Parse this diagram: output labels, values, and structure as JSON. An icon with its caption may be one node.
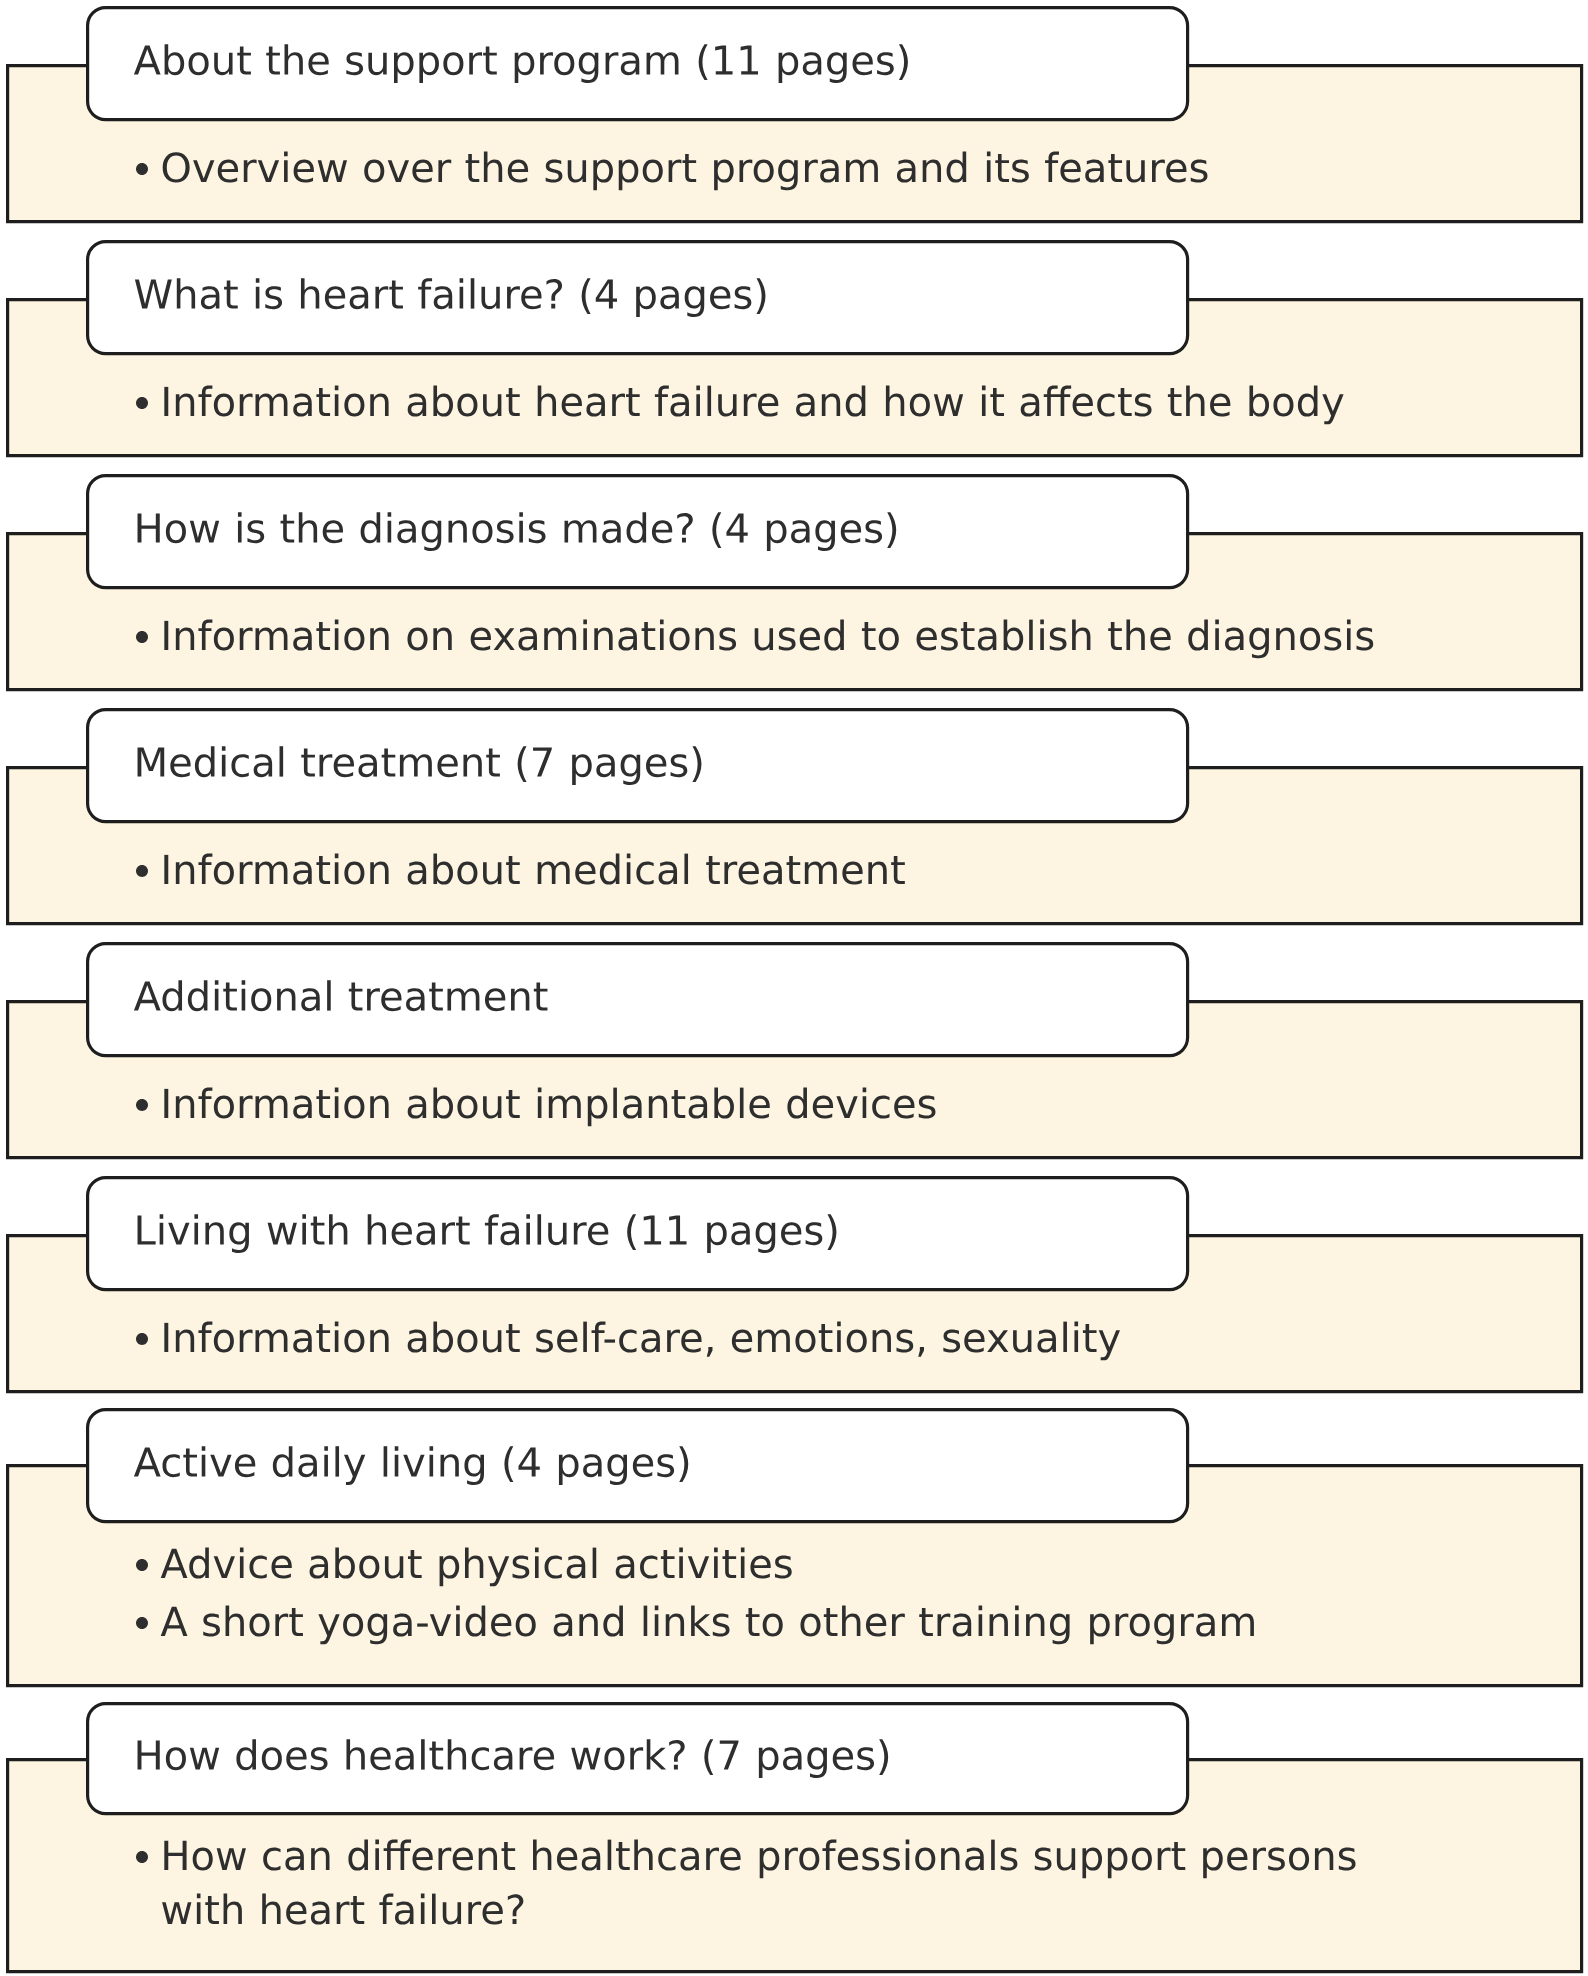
{
  "diagram": {
    "nodes": [
      {
        "text": [
          "About the support program (11 pages)"
        ]
      },
      {
        "text": [
          "Overview over the support program and its features"
        ]
      },
      {
        "text": [
          "What is heart failure? (4 pages)"
        ]
      },
      {
        "text": [
          "Information about heart failure and how it affects the body"
        ]
      },
      {
        "text": [
          "How is the diagnosis made? (4 pages)"
        ]
      },
      {
        "text": [
          "Information on examinations used to establish the diagnosis"
        ]
      },
      {
        "text": [
          "Medical treatment (7 pages)"
        ]
      },
      {
        "text": [
          "Information about medical treatment"
        ]
      },
      {
        "text": [
          "Additional treatment"
        ]
      },
      {
        "text": [
          "Information about implantable devices"
        ]
      },
      {
        "text": [
          "Living with heart failure (11 pages)"
        ]
      },
      {
        "text": [
          "Information about self-care, emotions, sexuality"
        ]
      },
      {
        "text": [
          "Active daily living (4 pages)"
        ]
      },
      {
        "text": [
          "Advice about physical activities",
          "A short yoga-video and links to other training program"
        ]
      },
      {
        "text": [
          "How does healthcare work? (7 pages)"
        ]
      },
      {
        "text": [
          "How can different healthcare professionals support persons with heart failure?"
        ]
      }
    ]
  }
}
